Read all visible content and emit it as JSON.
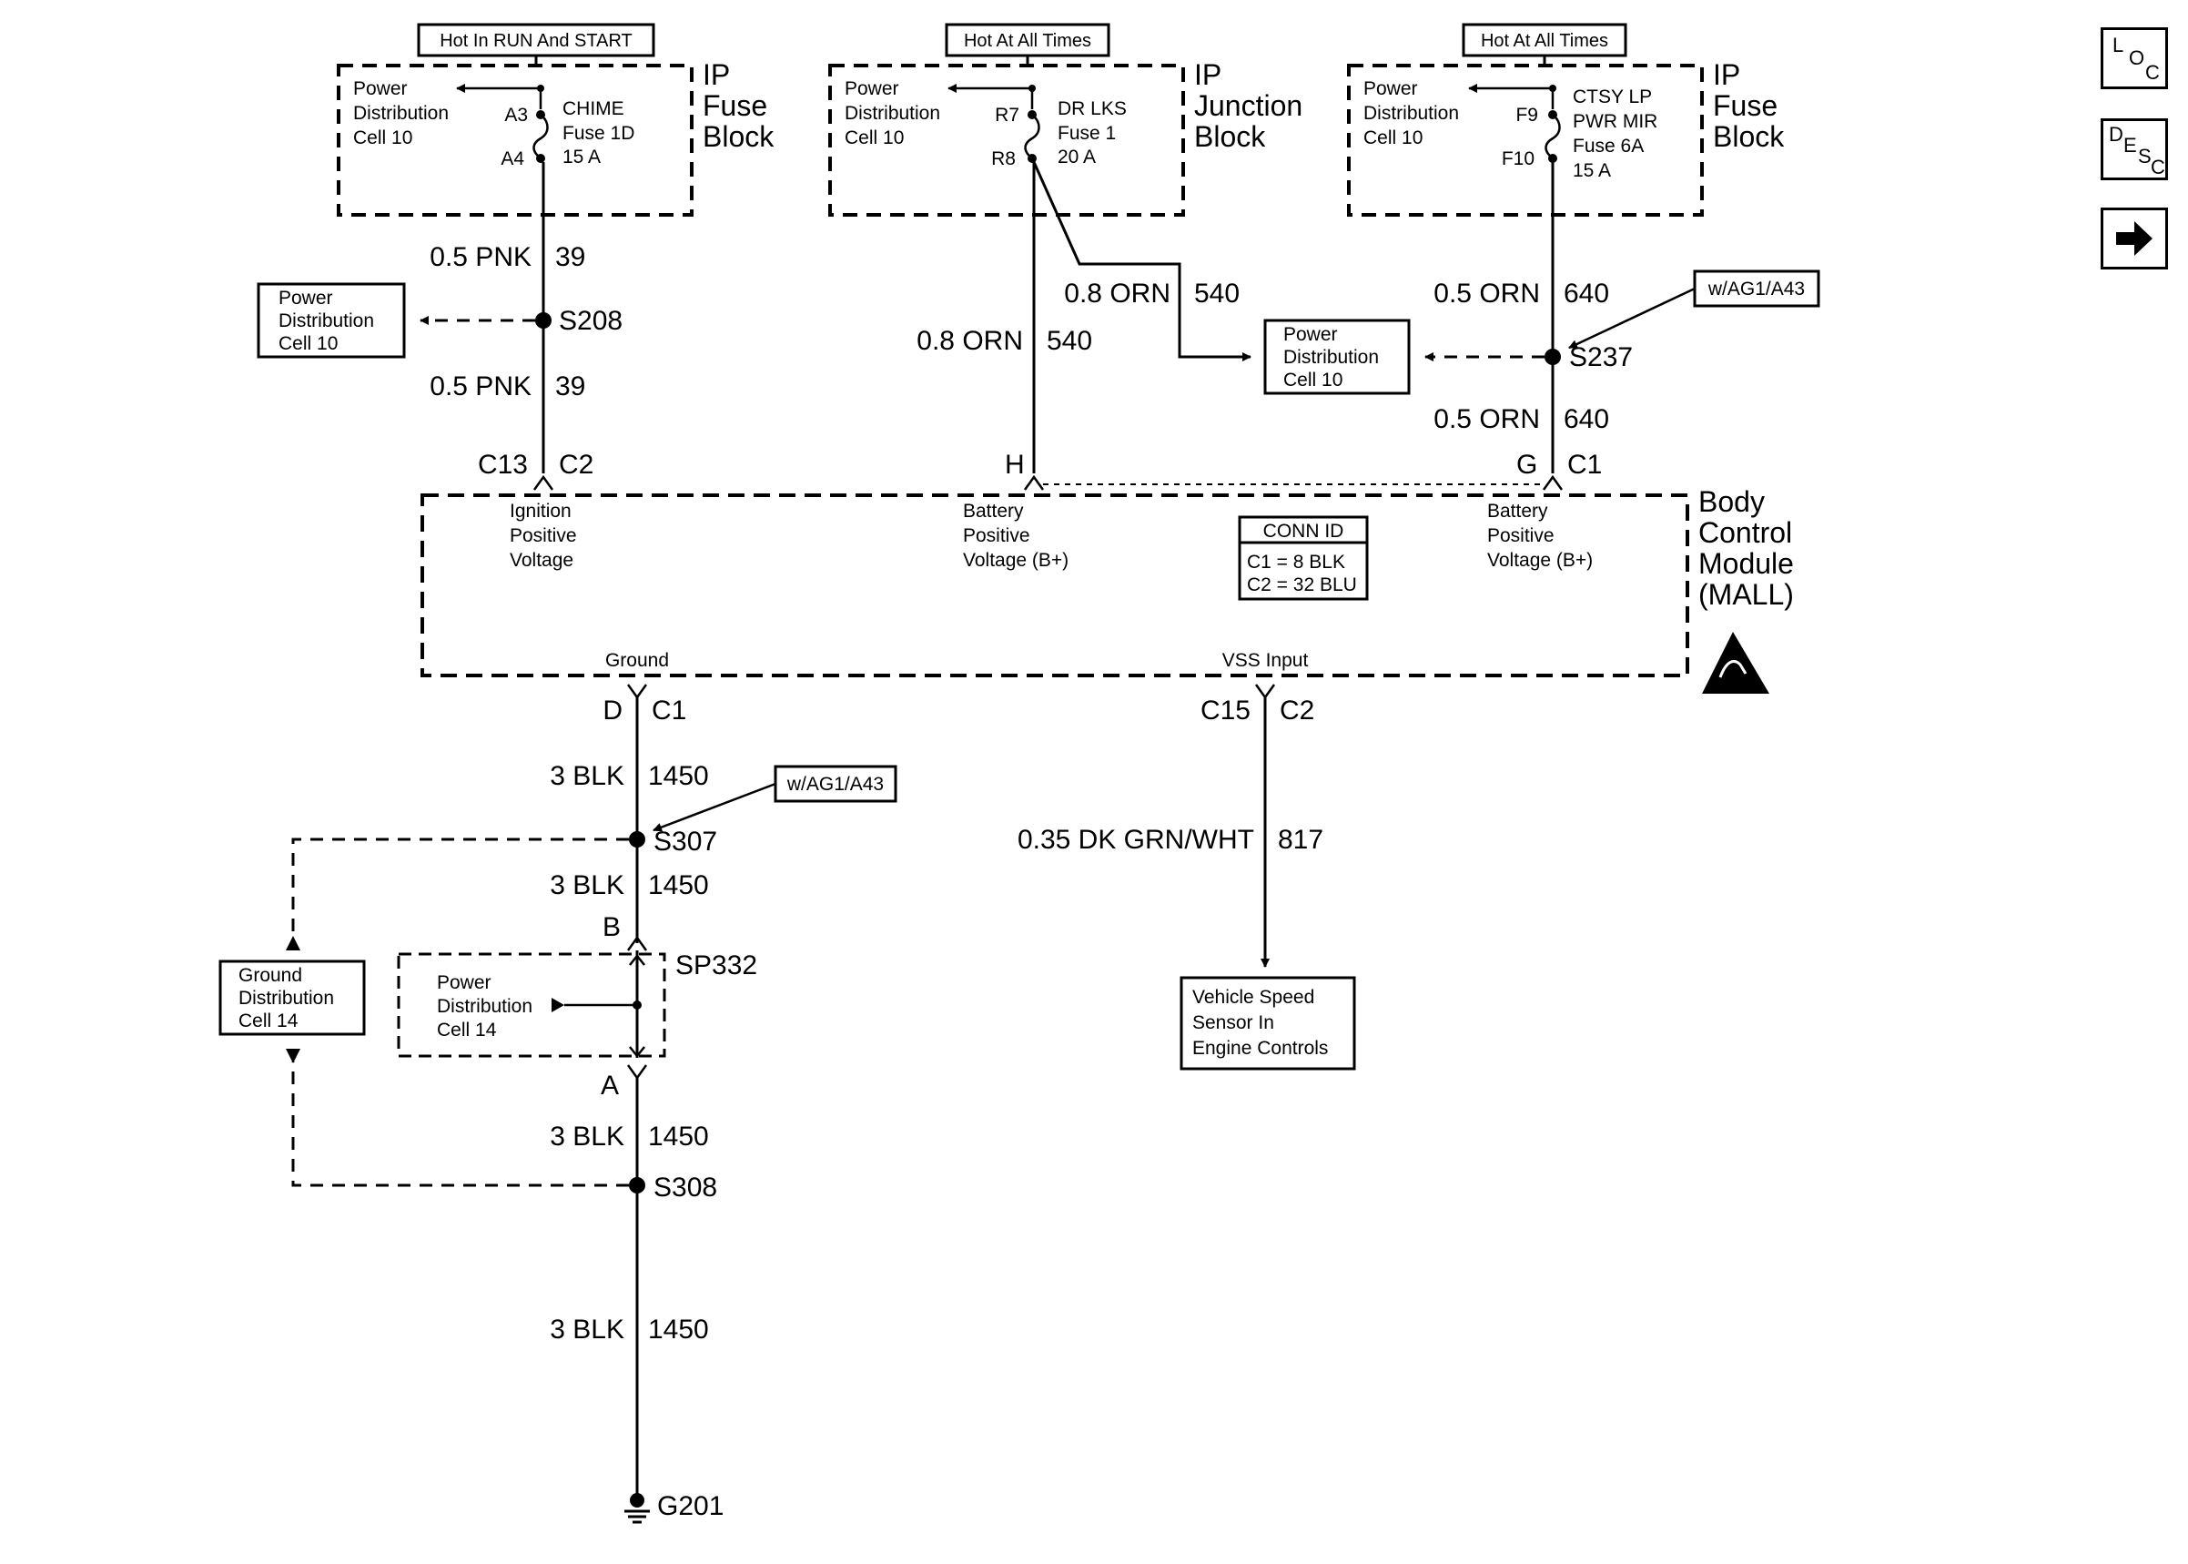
{
  "nav": {
    "loc": {
      "c1": "L",
      "c2": "O",
      "c3": "C"
    },
    "desc": {
      "c1": "D",
      "c2": "E",
      "c3": "S",
      "c4": "C"
    }
  },
  "headers": {
    "left": "Hot In RUN And START",
    "middle": "Hot At All Times",
    "right": "Hot At All Times"
  },
  "fuse_left": {
    "pd": [
      "Power",
      "Distribution",
      "Cell 10"
    ],
    "pin_top": "A3",
    "pin_bot": "A4",
    "fuse": [
      "CHIME",
      "Fuse 1D",
      "15 A"
    ],
    "block": [
      "IP",
      "Fuse",
      "Block"
    ]
  },
  "fuse_middle": {
    "pd": [
      "Power",
      "Distribution",
      "Cell 10"
    ],
    "pin_top": "R7",
    "pin_bot": "R8",
    "fuse": [
      "DR LKS",
      "Fuse 1",
      "20 A"
    ],
    "block": [
      "IP",
      "Junction",
      "Block"
    ]
  },
  "fuse_right": {
    "pd": [
      "Power",
      "Distribution",
      "Cell 10"
    ],
    "pin_top": "F9",
    "pin_bot": "F10",
    "fuse": [
      "CTSY LP",
      "PWR MIR",
      "Fuse 6A",
      "15 A"
    ],
    "block": [
      "IP",
      "Fuse",
      "Block"
    ]
  },
  "wires": {
    "w39a": {
      "gauge": "0.5 PNK",
      "circuit": "39"
    },
    "w39b": {
      "gauge": "0.5 PNK",
      "circuit": "39"
    },
    "w540a": {
      "gauge": "0.8 ORN",
      "circuit": "540"
    },
    "w540b": {
      "gauge": "0.8 ORN",
      "circuit": "540"
    },
    "w640a": {
      "gauge": "0.5 ORN",
      "circuit": "640"
    },
    "w640b": {
      "gauge": "0.5 ORN",
      "circuit": "640"
    },
    "w1450a": {
      "gauge": "3 BLK",
      "circuit": "1450"
    },
    "w1450b": {
      "gauge": "3 BLK",
      "circuit": "1450"
    },
    "w1450c": {
      "gauge": "3 BLK",
      "circuit": "1450"
    },
    "w1450d": {
      "gauge": "3 BLK",
      "circuit": "1450"
    },
    "w817": {
      "gauge": "0.35 DK GRN/WHT",
      "circuit": "817"
    }
  },
  "splices": {
    "s208": "S208",
    "s237": "S237",
    "s307": "S307",
    "sp332": "SP332",
    "s308": "S308",
    "g201": "G201"
  },
  "refs": {
    "pd_s208": [
      "Power",
      "Distribution",
      "Cell 10"
    ],
    "pd_s237": [
      "Power",
      "Distribution",
      "Cell 10"
    ],
    "opt_s237": "w/AG1/A43",
    "opt_s307": "w/AG1/A43",
    "gd14": [
      "Ground",
      "Distribution",
      "Cell 14"
    ],
    "pd14": [
      "Power",
      "Distribution",
      "Cell 14"
    ],
    "vss": [
      "Vehicle Speed",
      "Sensor In",
      "Engine Controls"
    ]
  },
  "bcm": {
    "pins": {
      "c13": "C13",
      "c2_left": "C2",
      "h": "H",
      "g": "G",
      "c1_right": "C1",
      "d": "D",
      "c1_bottom": "C1",
      "c15": "C15",
      "c2_bottom": "C2",
      "b": "B",
      "a": "A"
    },
    "ign": [
      "Ignition",
      "Positive",
      "Voltage"
    ],
    "batt1": [
      "Battery",
      "Positive",
      "Voltage (B+)"
    ],
    "batt2": [
      "Battery",
      "Positive",
      "Voltage (B+)"
    ],
    "conn": {
      "title": "CONN ID",
      "c1": "C1 = 8 BLK",
      "c2": "C2 = 32 BLU"
    },
    "ground": "Ground",
    "vss_input": "VSS Input",
    "title": [
      "Body",
      "Control",
      "Module",
      "(MALL)"
    ]
  }
}
